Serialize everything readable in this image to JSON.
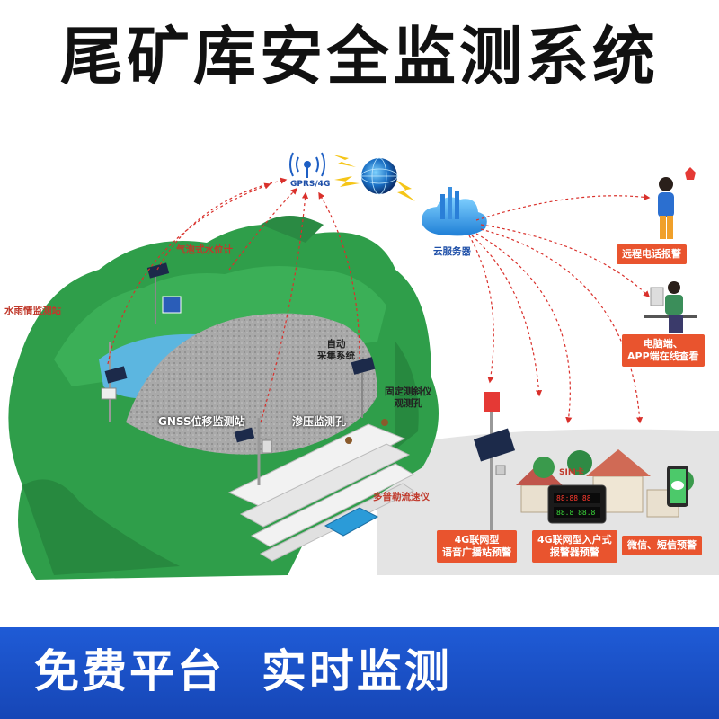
{
  "title": "尾矿库安全监测系统",
  "footer": {
    "slogan": "免费平台  实时监测"
  },
  "labels": {
    "gprs": "GPRS/4G",
    "cloud": "云服务器",
    "piezometer_bubble": "气泡式水位计",
    "rain_station": "水雨情监测站",
    "auto_collect": "自动\n采集系统",
    "inclinometer": "固定测斜仪\n观测孔",
    "gnss": "GNSS位移监测站",
    "seepage": "渗压监测孔",
    "doppler": "多普勒流速仪",
    "sim": "SIM卡"
  },
  "alarms": {
    "phone": "远程电话报警",
    "pc_app": "电脑端、\nAPP端在线查看",
    "broadcast": "4G联网型\n语音广播站预警",
    "indoor": "4G联网型入户式\n报警器预警",
    "wechat": "微信、短信预警"
  },
  "colors": {
    "accent_orange": "#e9542e",
    "footer_blue": "#1f5bd6",
    "link_red": "#d9302b",
    "mountain_green": "#2f9e4a",
    "lake_blue": "#5cb6e0"
  }
}
